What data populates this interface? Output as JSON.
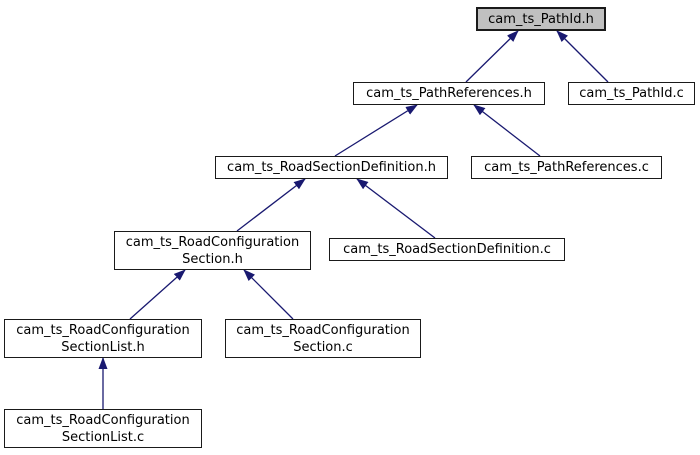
{
  "graph": {
    "kind": "doxygen-included-by-dependency-graph",
    "colors": {
      "edge": "#191970",
      "node_fill": "#ffffff",
      "highlight_fill": "#c0c0c0",
      "border": "#1a1a1a",
      "text": "#000000",
      "background": "#ffffff"
    },
    "nodes": [
      {
        "id": "cam_ts_PathId.h",
        "label": "cam_ts_PathId.h",
        "highlighted": true
      },
      {
        "id": "cam_ts_PathReferences.h",
        "label": "cam_ts_PathReferences.h",
        "highlighted": false
      },
      {
        "id": "cam_ts_PathId.c",
        "label": "cam_ts_PathId.c",
        "highlighted": false
      },
      {
        "id": "cam_ts_RoadSectionDefinition.h",
        "label": "cam_ts_RoadSectionDefinition.h",
        "highlighted": false
      },
      {
        "id": "cam_ts_PathReferences.c",
        "label": "cam_ts_PathReferences.c",
        "highlighted": false
      },
      {
        "id": "cam_ts_RoadConfigurationSection.h",
        "label": "cam_ts_RoadConfiguration\nSection.h",
        "highlighted": false
      },
      {
        "id": "cam_ts_RoadSectionDefinition.c",
        "label": "cam_ts_RoadSectionDefinition.c",
        "highlighted": false
      },
      {
        "id": "cam_ts_RoadConfigurationSectionList.h",
        "label": "cam_ts_RoadConfiguration\nSectionList.h",
        "highlighted": false
      },
      {
        "id": "cam_ts_RoadConfigurationSection.c",
        "label": "cam_ts_RoadConfiguration\nSection.c",
        "highlighted": false
      },
      {
        "id": "cam_ts_RoadConfigurationSectionList.c",
        "label": "cam_ts_RoadConfiguration\nSectionList.c",
        "highlighted": false
      }
    ],
    "edges": [
      {
        "from": "cam_ts_PathReferences.h",
        "to": "cam_ts_PathId.h"
      },
      {
        "from": "cam_ts_PathId.c",
        "to": "cam_ts_PathId.h"
      },
      {
        "from": "cam_ts_RoadSectionDefinition.h",
        "to": "cam_ts_PathReferences.h"
      },
      {
        "from": "cam_ts_PathReferences.c",
        "to": "cam_ts_PathReferences.h"
      },
      {
        "from": "cam_ts_RoadConfigurationSection.h",
        "to": "cam_ts_RoadSectionDefinition.h"
      },
      {
        "from": "cam_ts_RoadSectionDefinition.c",
        "to": "cam_ts_RoadSectionDefinition.h"
      },
      {
        "from": "cam_ts_RoadConfigurationSectionList.h",
        "to": "cam_ts_RoadConfigurationSection.h"
      },
      {
        "from": "cam_ts_RoadConfigurationSection.c",
        "to": "cam_ts_RoadConfigurationSection.h"
      },
      {
        "from": "cam_ts_RoadConfigurationSectionList.c",
        "to": "cam_ts_RoadConfigurationSectionList.h"
      }
    ]
  }
}
